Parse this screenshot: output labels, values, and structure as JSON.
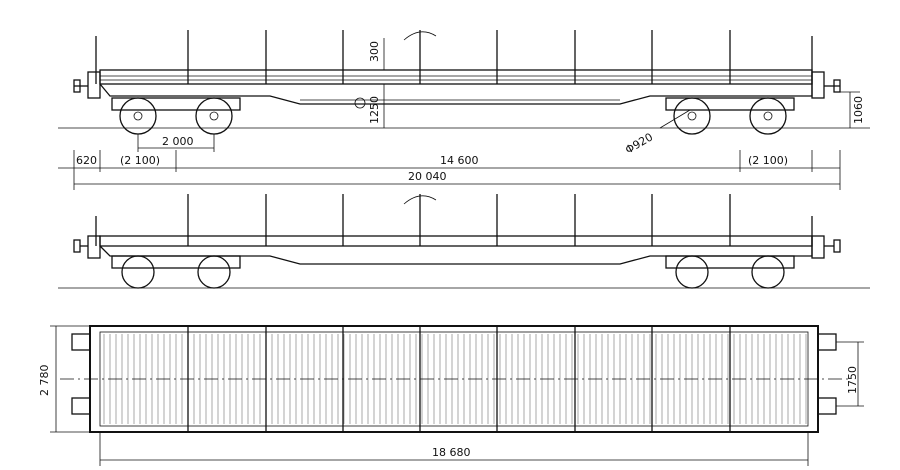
{
  "drawing": {
    "colors": {
      "ink": "#111111",
      "paper": "#ffffff"
    },
    "side_view_1": {
      "dimensions": {
        "stake_height": "300",
        "frame_height": "1250",
        "rail_to_floor": "1060",
        "wheel_diameter": "Φ920",
        "bogie_wheelbase": "2 000",
        "overhang": "620",
        "bogie_pitch_left": "(2 100)",
        "bogie_centres": "14 600",
        "bogie_pitch_right": "(2 100)",
        "length_over_buffers": "20 040"
      }
    },
    "plan_view": {
      "dimensions": {
        "body_width": "2 780",
        "buffer_spacing": "1750",
        "body_length": "18 680"
      }
    }
  }
}
